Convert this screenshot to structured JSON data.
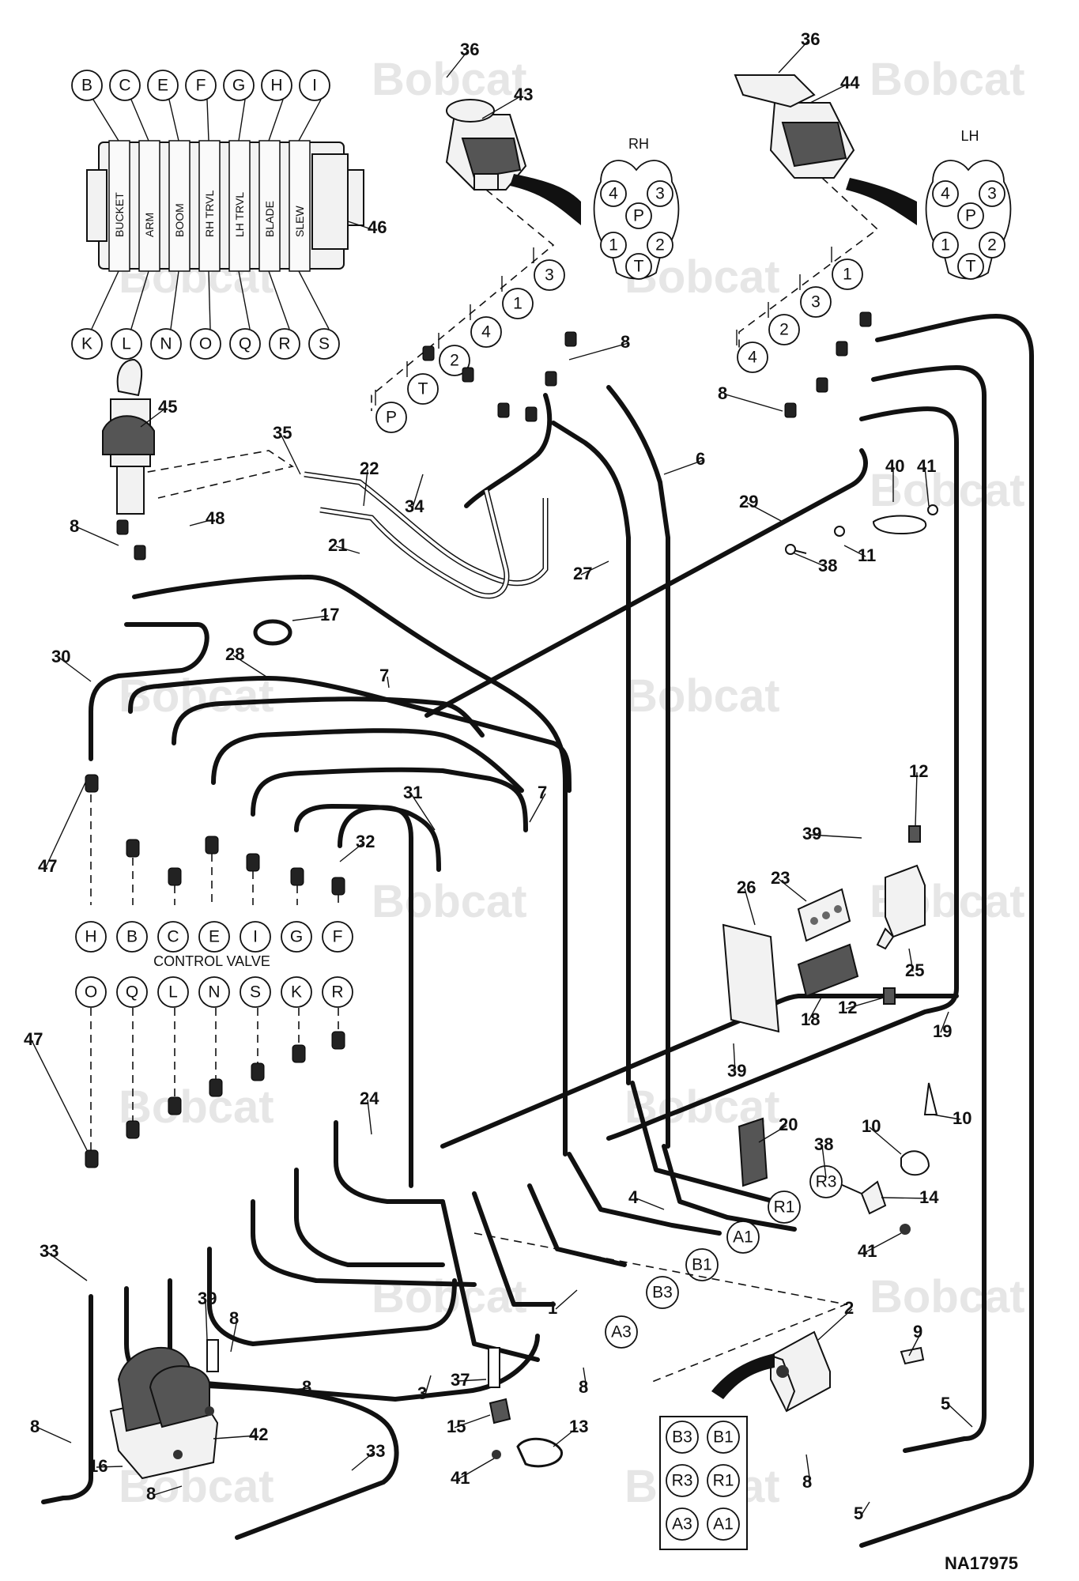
{
  "watermark": "Bobcat",
  "figure_id": "NA17975",
  "control_valve_label": "CONTROL VALVE",
  "rh_label": "RH",
  "lh_label": "LH",
  "valve_sections": [
    "BUCKET",
    "ARM",
    "BOOM",
    "RH TRVL",
    "LH TRVL",
    "BLADE",
    "SLEW"
  ],
  "valve_ports_top": [
    "B",
    "C",
    "E",
    "F",
    "G",
    "H",
    "I"
  ],
  "valve_ports_bottom": [
    "K",
    "L",
    "N",
    "O",
    "Q",
    "R",
    "S"
  ],
  "control_valve_row1": [
    "H",
    "B",
    "C",
    "E",
    "I",
    "G",
    "F"
  ],
  "control_valve_row2": [
    "O",
    "Q",
    "L",
    "N",
    "S",
    "K",
    "R"
  ],
  "rh_joystick_pins": [
    "4",
    "3",
    "P",
    "1",
    "2",
    "T"
  ],
  "lh_joystick_pins": [
    "4",
    "3",
    "P",
    "1",
    "2",
    "T"
  ],
  "rh_hose_ports": [
    "P",
    "T",
    "2",
    "4",
    "1",
    "3"
  ],
  "lh_hose_ports": [
    "4",
    "2",
    "3",
    "1"
  ],
  "manifold_ports": [
    "A3",
    "B3",
    "B1",
    "A1",
    "R1",
    "R3"
  ],
  "manifold_legend": [
    "B3",
    "B1",
    "R3",
    "R1",
    "A3",
    "A1"
  ],
  "callouts": {
    "c36a": "36",
    "c43": "43",
    "c36b": "36",
    "c44": "44",
    "c46": "46",
    "c8a": "8",
    "c8b": "8",
    "c45": "45",
    "c35": "35",
    "c22": "22",
    "c6": "6",
    "c40": "40",
    "c41a": "41",
    "c29": "29",
    "c8c": "8",
    "c48": "48",
    "c34": "34",
    "c21": "21",
    "c11": "11",
    "c38a": "38",
    "c27": "27",
    "c17": "17",
    "c30": "30",
    "c28": "28",
    "c7a": "7",
    "c31": "31",
    "c7b": "7",
    "c32": "32",
    "c47a": "47",
    "c12a": "12",
    "c39a": "39",
    "c23": "23",
    "c26": "26",
    "c25": "25",
    "c12b": "12",
    "c18": "18",
    "c19": "19",
    "c47b": "47",
    "c39b": "39",
    "c10a": "10",
    "c10b": "10",
    "c24": "24",
    "c20": "20",
    "c38b": "38",
    "c14": "14",
    "c4": "4",
    "c41b": "41",
    "c33a": "33",
    "c2": "2",
    "c39c": "39",
    "c8d": "8",
    "c9": "9",
    "c1": "1",
    "c8e": "8",
    "c3": "3",
    "c37": "37",
    "c5a": "5",
    "c8f": "8",
    "c13": "13",
    "c15": "15",
    "c42": "42",
    "c33b": "33",
    "c16": "16",
    "c8g": "8",
    "c41c": "41",
    "c8h": "8",
    "c5b": "5",
    "c8i": "8"
  }
}
